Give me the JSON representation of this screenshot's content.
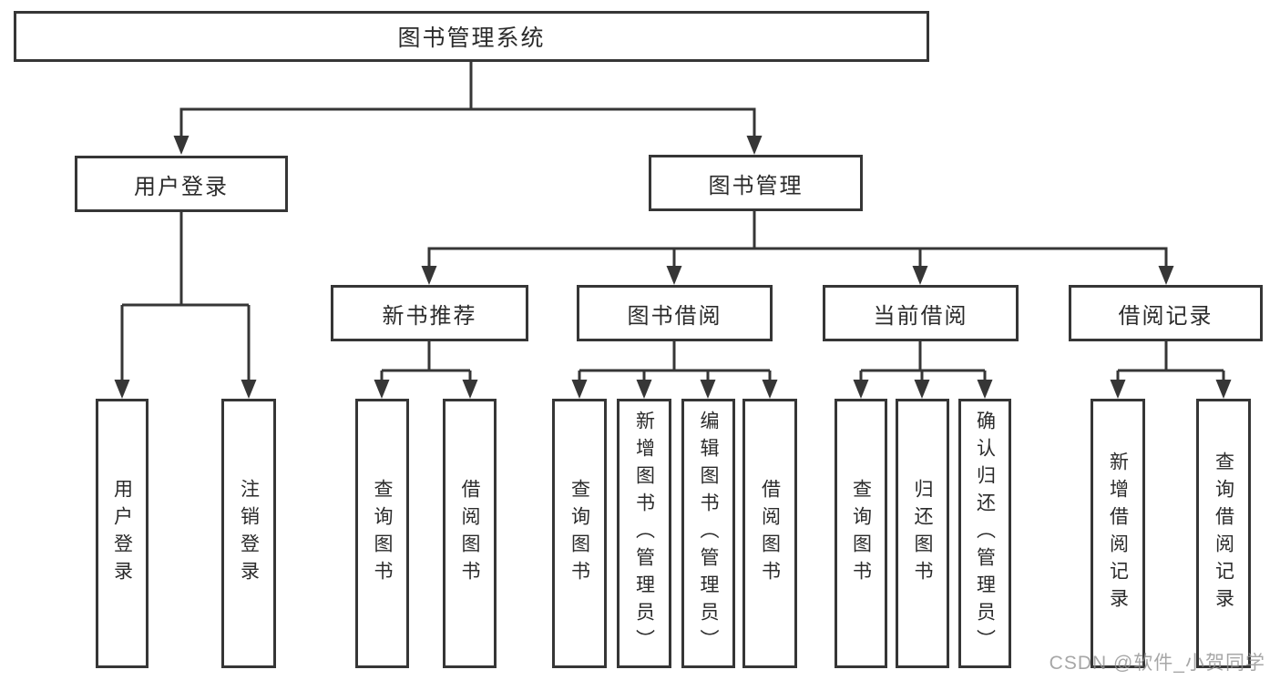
{
  "diagram": {
    "title": "图书管理系统",
    "level2": {
      "user_login": "用户登录",
      "book_mgmt": "图书管理"
    },
    "level3": {
      "new_book_rec": "新书推荐",
      "book_borrow": "图书借阅",
      "current_borrow": "当前借阅",
      "borrow_records": "借阅记录"
    },
    "leaves": {
      "user_login": "用户登录",
      "logout": "注销登录",
      "rec_query_books": "查询图书",
      "rec_borrow_books": "借阅图书",
      "bb_query_books": "查询图书",
      "bb_add_books": "新增图书（管理员）",
      "bb_edit_books": "编辑图书（管理员）",
      "bb_borrow_books": "借阅图书",
      "cb_query_books": "查询图书",
      "cb_return_books": "归还图书",
      "cb_confirm_return": "确认归还（管理员）",
      "br_add_record": "新增借阅记录",
      "br_query_record": "查询借阅记录"
    }
  },
  "watermark": "CSDN @软件_小贺同学",
  "colors": {
    "line": "#363636",
    "text": "#2b2b2b",
    "watermark": "#919191",
    "background": "#ffffff"
  }
}
